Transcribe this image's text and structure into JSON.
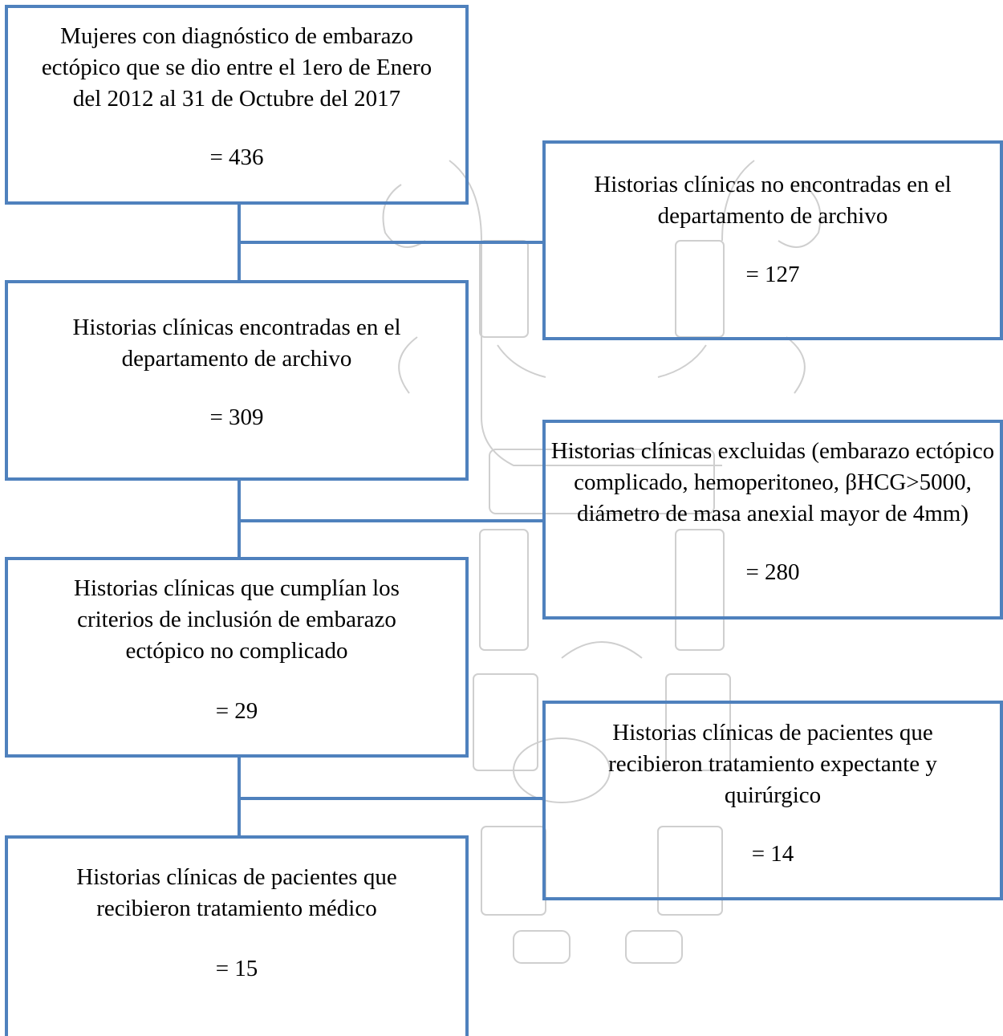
{
  "boxes": {
    "total": {
      "label": "Mujeres con diagnóstico de embarazo ectópico que se dio entre el 1ero de Enero del 2012 al 31 de Octubre del 2017",
      "count": "= 436"
    },
    "not_found": {
      "label": "Historias clínicas no encontradas en el departamento de archivo",
      "count": "= 127"
    },
    "found": {
      "label": "Historias clínicas encontradas en el departamento de archivo",
      "count": "= 309"
    },
    "excluded": {
      "label": "Historias clínicas excluidas (embarazo ectópico complicado, hemoperitoneo, βHCG>5000, diámetro de masa anexial mayor de 4mm)",
      "count": "= 280"
    },
    "included": {
      "label": "Historias clínicas que cumplían los criterios de inclusión de embarazo ectópico no complicado",
      "count": "= 29"
    },
    "expectant_surgical": {
      "label": "Historias clínicas de pacientes que recibieron tratamiento expectante y quirúrgico",
      "count": "= 14"
    },
    "medical": {
      "label": "Historias clínicas de pacientes que recibieron tratamiento médico",
      "count": "= 15"
    }
  },
  "colors": {
    "box_border": "#4f81bd",
    "connector": "#4f81bd",
    "watermark": "#c8c8c8"
  }
}
